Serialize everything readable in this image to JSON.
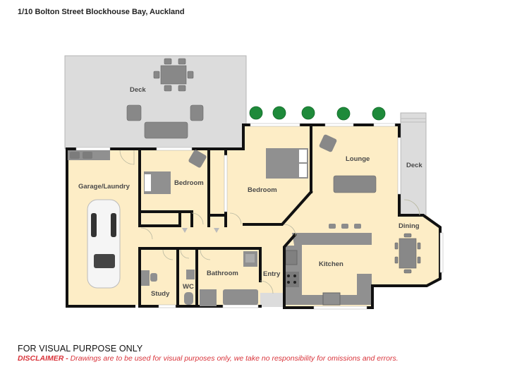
{
  "header": {
    "title": "1/10 Bolton Street Blockhouse Bay, Auckland"
  },
  "floorplan": {
    "colors": {
      "interior": "#fdedc6",
      "deck": "#dcdcdc",
      "wall": "#111111",
      "furniture": "#8c8c8c",
      "tree": "#1e8a3a"
    },
    "rooms": [
      {
        "id": "deck-main",
        "label": "Deck"
      },
      {
        "id": "garage-laundry",
        "label": "Garage/Laundry"
      },
      {
        "id": "bedroom-2",
        "label": "Bedroom"
      },
      {
        "id": "bedroom-1",
        "label": "Bedroom"
      },
      {
        "id": "lounge",
        "label": "Lounge"
      },
      {
        "id": "deck-side",
        "label": "Deck"
      },
      {
        "id": "dining",
        "label": "Dining"
      },
      {
        "id": "kitchen",
        "label": "Kitchen"
      },
      {
        "id": "entry",
        "label": "Entry"
      },
      {
        "id": "bathroom",
        "label": "Bathroom"
      },
      {
        "id": "wc",
        "label": "WC"
      },
      {
        "id": "study",
        "label": "Study"
      }
    ]
  },
  "footer": {
    "notice": "FOR VISUAL PURPOSE ONLY",
    "disclaimer_label": "DISCLAIMER -",
    "disclaimer_text": " Drawings are to be used for visual purposes only, we take no responsibility for omissions and errors."
  }
}
